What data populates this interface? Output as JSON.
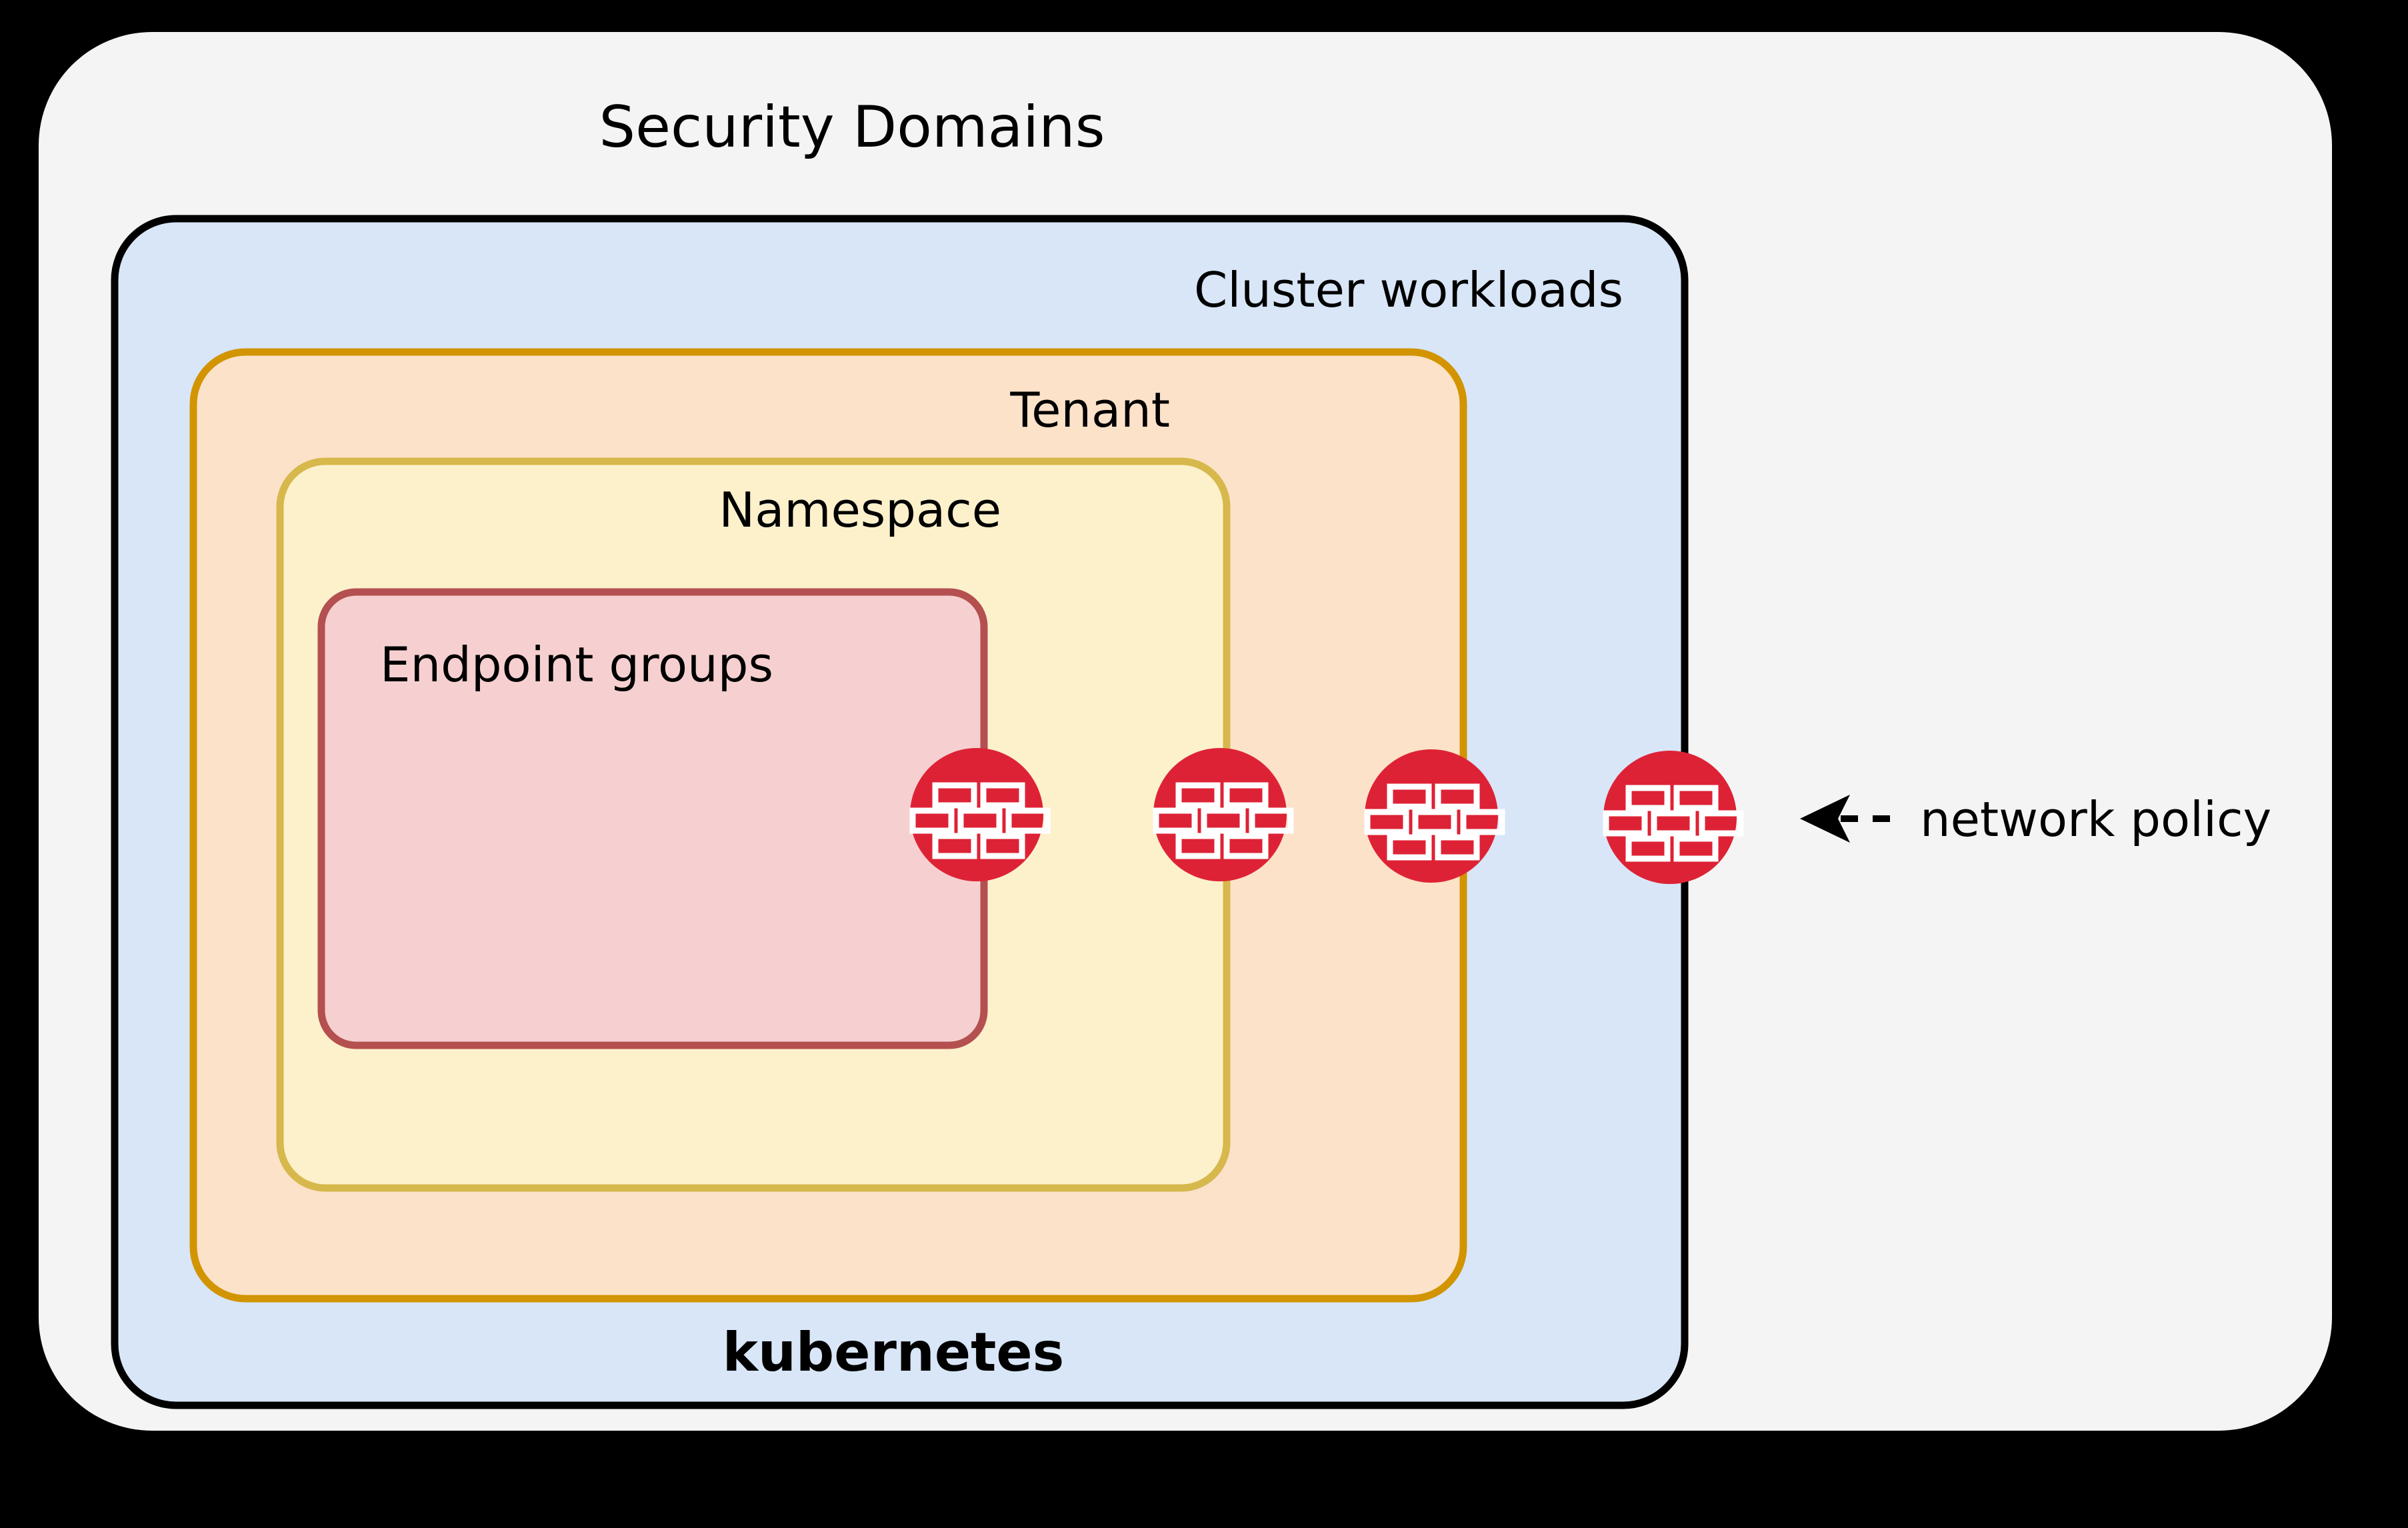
{
  "diagram": {
    "title": "Security Domains",
    "type": "nested-containment",
    "layers": [
      {
        "id": "security-domains",
        "label": "Security Domains",
        "fill": "#f4f4f4",
        "stroke": "none",
        "label_align": "center"
      },
      {
        "id": "cluster-workloads",
        "label": "Cluster workloads",
        "fill": "#d8e6f8",
        "stroke": "#000000",
        "label_align": "right"
      },
      {
        "id": "tenant",
        "label": "Tenant",
        "fill": "#fce2c9",
        "stroke": "#d29400",
        "label_align": "right"
      },
      {
        "id": "namespace",
        "label": "Namespace",
        "fill": "#fdf1cc",
        "stroke": "#d6b84c",
        "label_align": "right"
      },
      {
        "id": "endpoint-groups",
        "label": "Endpoint groups",
        "fill": "#f6d0d0",
        "stroke": "#b4504f",
        "label_align": "left"
      }
    ],
    "brand": {
      "label": "kubernetes",
      "color": "#3e6fe0"
    },
    "annotation": {
      "label": "network policy",
      "arrow": "dashed-left-arrow",
      "color": "#000000"
    },
    "policy_markers": {
      "icon": "firewall-brick-icon",
      "count": 4,
      "fill": "#de2235",
      "glyph_color": "#ffffff",
      "attached_to": [
        "endpoint-groups",
        "namespace",
        "tenant",
        "cluster-workloads"
      ]
    },
    "colors": {
      "background": "#000000",
      "panel": "#f4f4f4",
      "cluster_fill": "#d8e6f8",
      "cluster_stroke": "#000000",
      "tenant_fill": "#fce2c9",
      "tenant_stroke": "#d29400",
      "namespace_fill": "#fdf1cc",
      "namespace_stroke": "#d6b84c",
      "endpoint_fill": "#f6d0d0",
      "endpoint_stroke": "#b4504f",
      "policy_red": "#de2235",
      "kubernetes_blue": "#3e6fe0",
      "text": "#000000"
    }
  }
}
